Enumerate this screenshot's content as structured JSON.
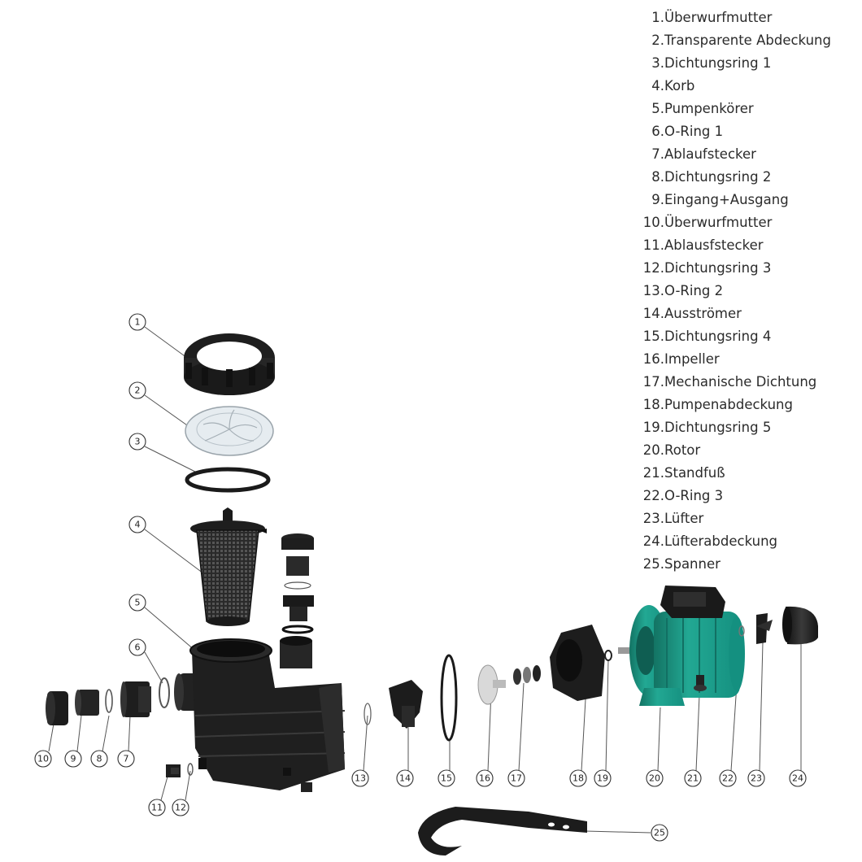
{
  "legend": [
    {
      "num": "1.",
      "label": "Überwurfmutter"
    },
    {
      "num": "2.",
      "label": "Transparente Abdeckung"
    },
    {
      "num": "3.",
      "label": "Dichtungsring 1"
    },
    {
      "num": "4.",
      "label": "Korb"
    },
    {
      "num": "5.",
      "label": "Pumpenkörer"
    },
    {
      "num": "6.",
      "label": "O-Ring 1"
    },
    {
      "num": "7.",
      "label": "Ablaufstecker"
    },
    {
      "num": "8.",
      "label": "Dichtungsring 2"
    },
    {
      "num": "9.",
      "label": "Eingang+Ausgang"
    },
    {
      "num": "10.",
      "label": "Überwurfmutter"
    },
    {
      "num": "11.",
      "label": "Ablausfstecker"
    },
    {
      "num": "12.",
      "label": "Dichtungsring 3"
    },
    {
      "num": "13.",
      "label": "O-Ring 2"
    },
    {
      "num": "14.",
      "label": "Ausströmer"
    },
    {
      "num": "15.",
      "label": "Dichtungsring 4"
    },
    {
      "num": "16.",
      "label": "Impeller"
    },
    {
      "num": "17.",
      "label": "Mechanische Dichtung"
    },
    {
      "num": "18.",
      "label": "Pumpenabdeckung"
    },
    {
      "num": "19.",
      "label": "Dichtungsring 5"
    },
    {
      "num": "20.",
      "label": "Rotor"
    },
    {
      "num": "21.",
      "label": "Standfuß"
    },
    {
      "num": "22.",
      "label": "O-Ring 3"
    },
    {
      "num": "23.",
      "label": "Lüfter"
    },
    {
      "num": "24.",
      "label": "Lüfterabdeckung"
    },
    {
      "num": "25.",
      "label": "Spanner"
    }
  ],
  "callouts": {
    "c1": "1",
    "c2": "2",
    "c3": "3",
    "c4": "4",
    "c5": "5",
    "c6": "6",
    "c7": "7",
    "c8": "8",
    "c9": "9",
    "c10": "10",
    "c11": "11",
    "c12": "12",
    "c13": "13",
    "c14": "14",
    "c15": "15",
    "c16": "16",
    "c17": "17",
    "c18": "18",
    "c19": "19",
    "c20": "20",
    "c21": "21",
    "c22": "22",
    "c23": "23",
    "c24": "24",
    "c25": "25"
  },
  "colors": {
    "part_dark": "#2b2b2b",
    "part_black": "#1a1a1a",
    "motor_green": "#1fa08a",
    "motor_green_dark": "#137363",
    "transparent_cover": "#e6ecf0"
  }
}
